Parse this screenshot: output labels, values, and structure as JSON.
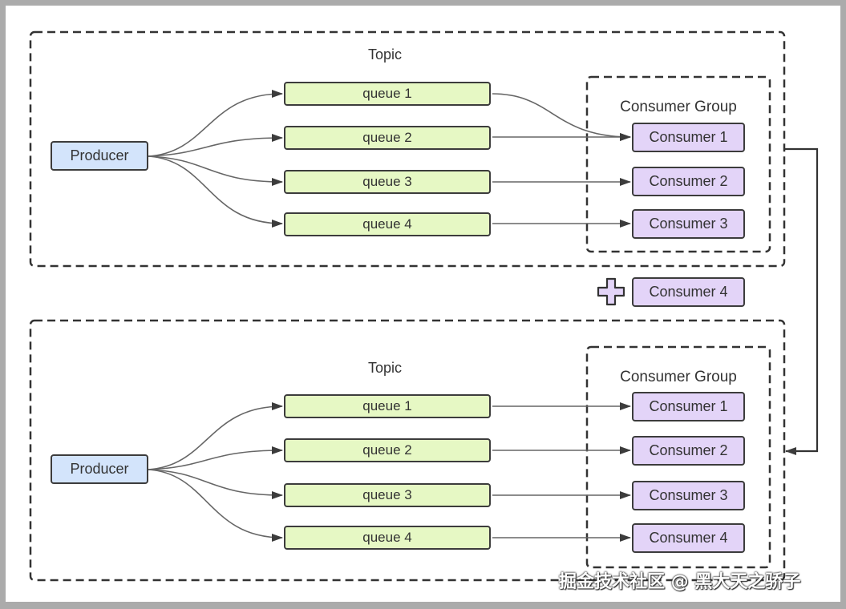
{
  "top": {
    "topic_label": "Topic",
    "producer_label": "Producer",
    "queues": [
      "queue 1",
      "queue 2",
      "queue 3",
      "queue 4"
    ],
    "group_label": "Consumer Group",
    "consumers": [
      "Consumer 1",
      "Consumer 2",
      "Consumer 3"
    ]
  },
  "added": {
    "icon": "plus-icon",
    "consumer_label": "Consumer 4"
  },
  "bottom": {
    "topic_label": "Topic",
    "producer_label": "Producer",
    "queues": [
      "queue 1",
      "queue 2",
      "queue 3",
      "queue 4"
    ],
    "group_label": "Consumer Group",
    "consumers": [
      "Consumer 1",
      "Consumer 2",
      "Consumer 3",
      "Consumer 4"
    ]
  },
  "watermark": "掘金技术社区 @ 黑大天之骄子",
  "colors": {
    "queue": "#e6f8c4",
    "consumer": "#e3d4f8",
    "producer": "#d3e4fb",
    "plus": "#e3d4f8"
  }
}
